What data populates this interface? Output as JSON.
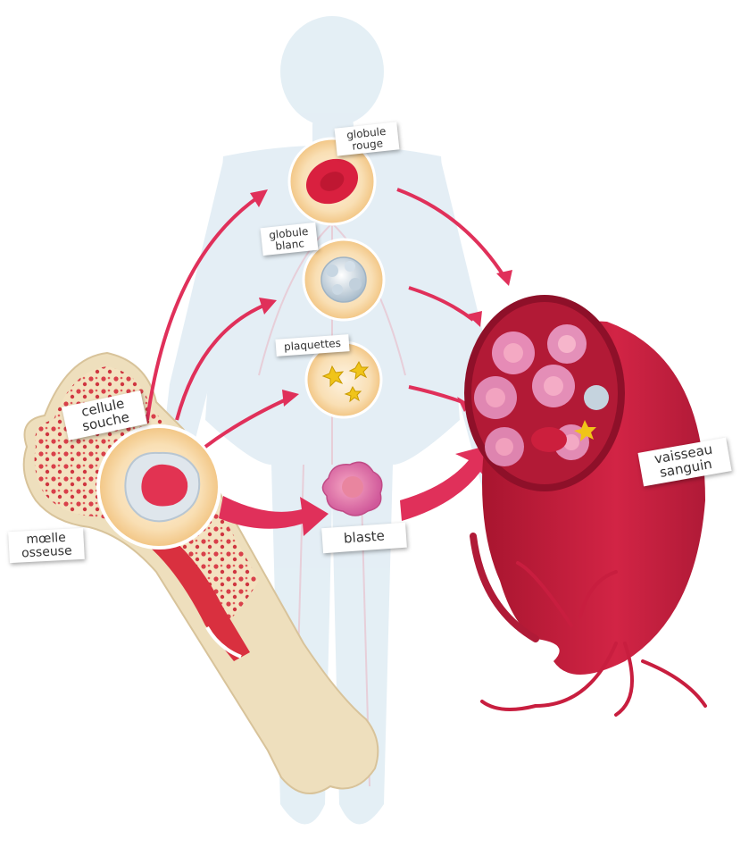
{
  "labels": {
    "globule_rouge": "globule\nrouge",
    "globule_blanc": "globule\nblanc",
    "plaquettes": "plaquettes",
    "cellule_souche": "cellule\nsouche",
    "moelle_osseuse": "mœlle\nosseuse",
    "blaste": "blaste",
    "vaisseau_sanguin": "vaisseau\nsanguin"
  },
  "colors": {
    "arrow": "#e0305a",
    "vessel": "#c81e3f",
    "vessel_dark": "#8e1029",
    "red_cell": "#d9203f",
    "cell_ring": "#f5c98a",
    "bone": "#ecdcb6",
    "marrow": "#d9303f",
    "silhouette": "#d6e6f0"
  }
}
